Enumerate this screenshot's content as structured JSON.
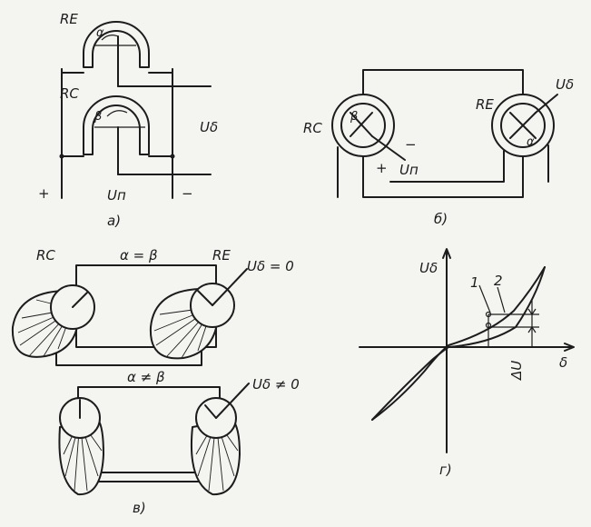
{
  "panel_a": {
    "re_label": "RE",
    "rc_label": "RC",
    "alpha": "α",
    "beta": "β",
    "u_delta": "Uδ",
    "u_p": "Uп",
    "plus": "+",
    "minus": "−",
    "caption": "а)"
  },
  "panel_b": {
    "rc_label": "RC",
    "re_label": "RE",
    "beta": "β",
    "alpha": "α",
    "u_delta": "Uδ",
    "u_p": "Uп",
    "plus": "+",
    "minus": "−",
    "caption": "б)"
  },
  "panel_v": {
    "rc_label": "RC",
    "re_label": "RE",
    "equal_cond": "α = β",
    "u_zero": "Uδ = 0",
    "noteq_cond": "α ≠ β",
    "u_nonzero": "Uδ ≠ 0",
    "caption": "в)"
  },
  "panel_g": {
    "y_label": "Uδ",
    "x_label": "δ",
    "curve1": "1",
    "curve2": "2",
    "delta_u": "ΔU",
    "caption": "г)"
  }
}
